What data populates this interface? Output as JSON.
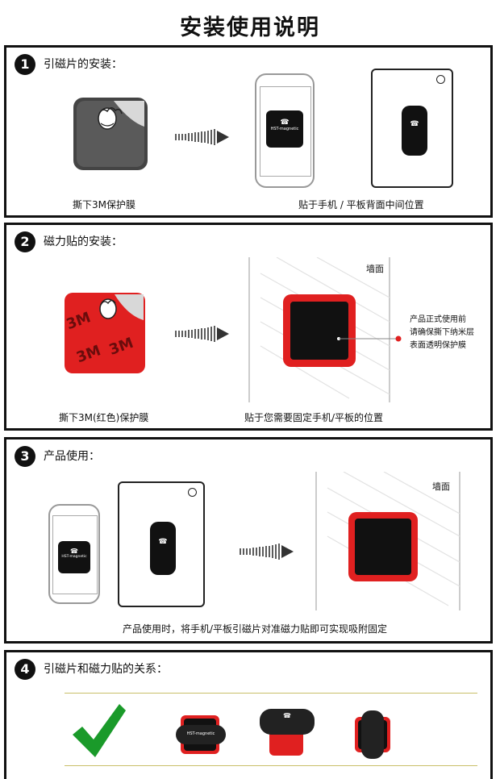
{
  "page_title": "安装使用说明",
  "sections": [
    {
      "num": "1",
      "heading": "引磁片的安装：",
      "caption_left": "撕下3M保护膜",
      "caption_right": "贴于手机 / 平板背面中间位置"
    },
    {
      "num": "2",
      "heading": "磁力贴的安装：",
      "wall_label": "墙面",
      "note_lines": [
        "产品正式使用前",
        "请确保撕下纳米层",
        "表面透明保护膜"
      ],
      "caption_left": "撕下3M(红色)保护膜",
      "caption_right": "贴于您需要固定手机/平板的位置"
    },
    {
      "num": "3",
      "heading": "产品使用：",
      "wall_label": "墙面",
      "caption": "产品使用时，将手机/平板引磁片对准磁力贴即可实现吸附固定"
    },
    {
      "num": "4",
      "heading": "引磁片和磁力贴的关系："
    }
  ],
  "brand_text": "HST-magnetic",
  "sticker_text": "3M",
  "colors": {
    "accent_red": "#e02020",
    "check_green": "#1a9a2a"
  }
}
